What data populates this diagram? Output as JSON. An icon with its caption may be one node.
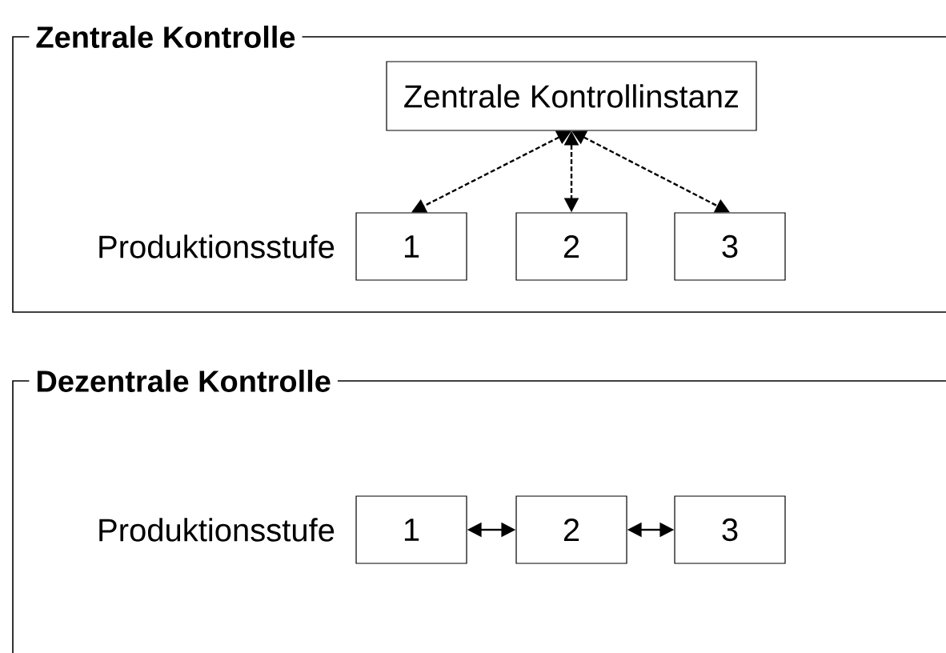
{
  "diagram": {
    "nodes": [
      {
        "text": [
          "Zentrale Kontrolle"
        ]
      },
      {
        "text": [
          "Zentrale Kontrollinstanz"
        ],
        "in": 0
      },
      {
        "text": [
          "1"
        ],
        "in": 0
      },
      {
        "text": [
          "2"
        ],
        "in": 0
      },
      {
        "text": [
          "3"
        ],
        "in": 0
      },
      {
        "text": [
          "Dezentrale Kontrolle"
        ]
      },
      {
        "text": [
          "1"
        ],
        "in": 5
      },
      {
        "text": [
          "2"
        ],
        "in": 5
      },
      {
        "text": [
          "3"
        ],
        "in": 5
      }
    ],
    "edges": [
      {
        "from": 1,
        "to": 2,
        "arrow": "both",
        "style": "dashed"
      },
      {
        "from": 1,
        "to": 3,
        "arrow": "both",
        "style": "dashed"
      },
      {
        "from": 1,
        "to": 4,
        "arrow": "both",
        "style": "dashed"
      },
      {
        "from": 6,
        "to": 7,
        "arrow": "both"
      },
      {
        "from": 7,
        "to": 8,
        "arrow": "both"
      }
    ],
    "labels": [
      "Produktionsstufe",
      "Produktionsstufe"
    ]
  }
}
